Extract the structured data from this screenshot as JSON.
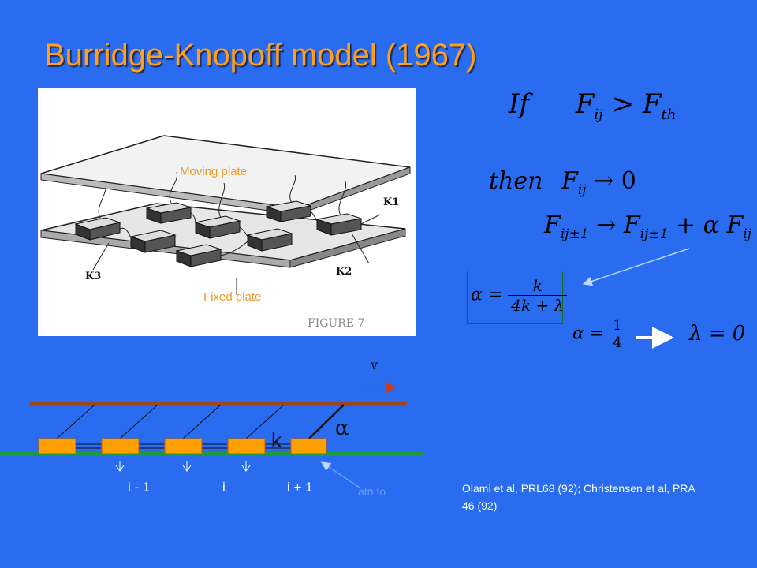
{
  "slide": {
    "title": "Burridge-Knopoff  model (1967)",
    "citation": "Olami et al, PRL68 (92); Christensen et al, PRA 46 (92)"
  },
  "photo": {
    "moving_plate_label": "Moving plate",
    "fixed_plate_label": "Fixed plate",
    "spring_labels": [
      "K1",
      "K2",
      "K3"
    ],
    "figure_caption": "FIGURE 7"
  },
  "formulas": {
    "if_word": "If",
    "then_word": "then",
    "alpha_fraction": {
      "num": "k",
      "den": "4k + λ"
    },
    "alpha_value_fraction": {
      "num": "1",
      "den": "4"
    },
    "lambda_result": "λ = 0"
  },
  "chain": {
    "velocity_label": "v",
    "spring_label": "k",
    "alpha_label": "α",
    "indices": [
      "i - 1",
      "i",
      "i + 1"
    ],
    "friction_label": "atri to"
  },
  "colors": {
    "background": "#2a6cf0",
    "title": "#ff9f1c",
    "moving_plate_line": "#a0441e",
    "fixed_plate_line": "#1e9a3a",
    "block": "#ffa000"
  }
}
